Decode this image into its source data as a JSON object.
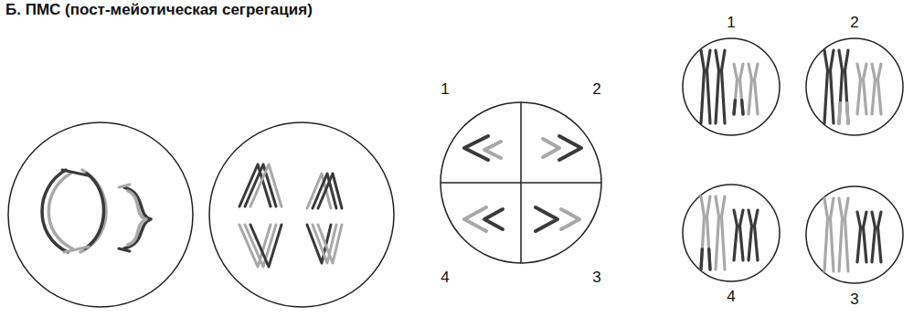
{
  "diagram": {
    "title": "Б. ПМС (пост-мейотическая сегрегация)",
    "labels": [
      "1",
      "2",
      "4",
      "3",
      "1",
      "2",
      "4",
      "3"
    ]
  }
}
